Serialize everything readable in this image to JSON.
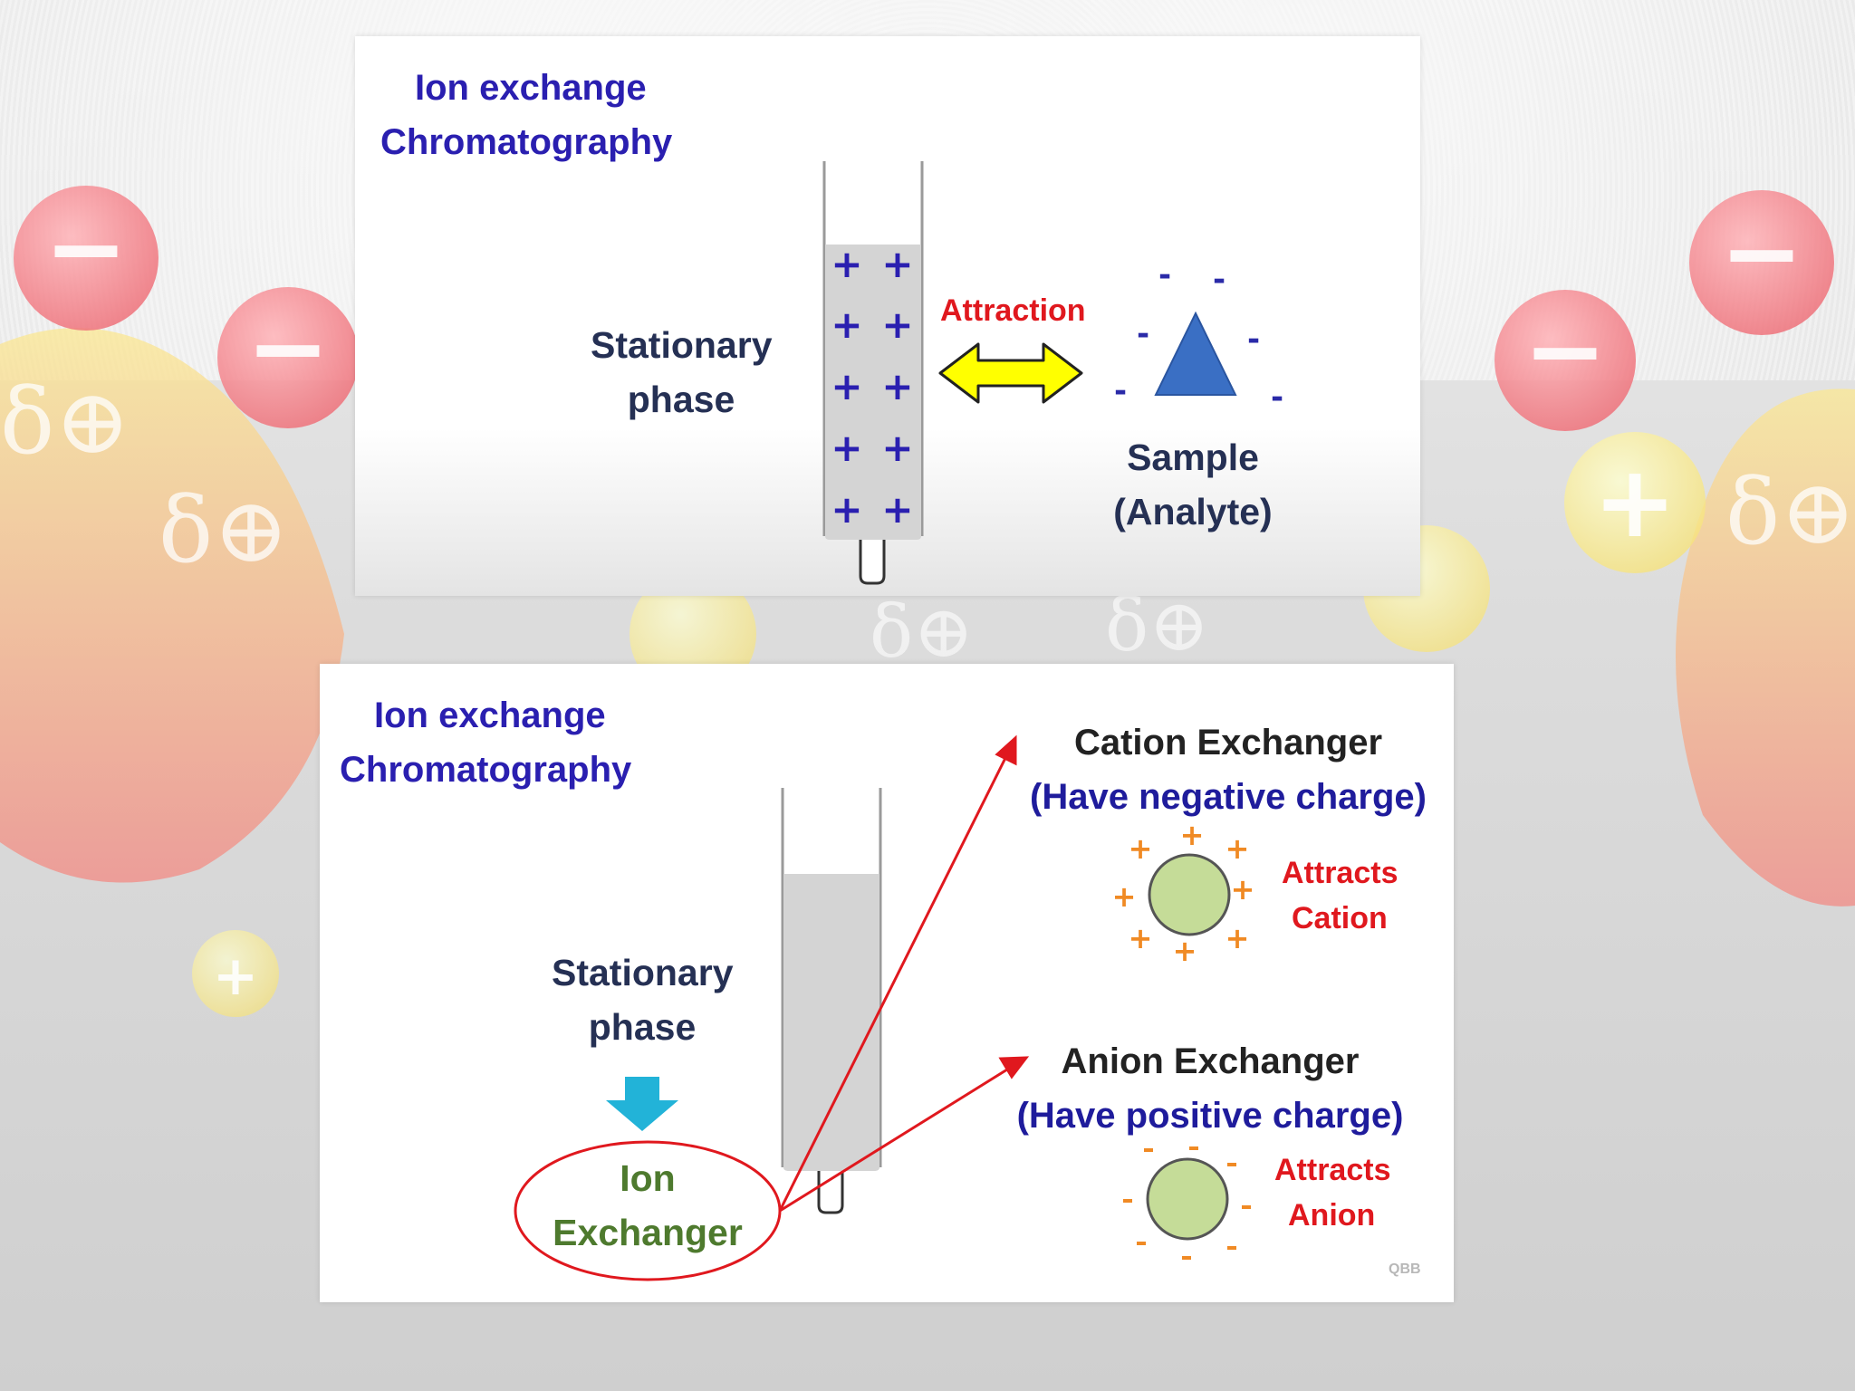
{
  "top_panel": {
    "title_line1": "Ion exchange",
    "title_line2": "Chromatography",
    "stationary_line1": "Stationary",
    "stationary_line2": "phase",
    "attraction_label": "Attraction",
    "sample_line1": "Sample",
    "sample_line2": "(Analyte)",
    "column_charge": "+",
    "analyte_charge": "-"
  },
  "bottom_panel": {
    "title_line1": "Ion exchange",
    "title_line2": "Chromatography",
    "stationary_line1": "Stationary",
    "stationary_line2": "phase",
    "ion_exchanger_line1": "Ion",
    "ion_exchanger_line2": "Exchanger",
    "cation_title": "Cation Exchanger",
    "cation_subtitle": "(Have negative charge)",
    "cation_attracts_line1": "Attracts",
    "cation_attracts_line2": "Cation",
    "anion_title": "Anion  Exchanger",
    "anion_subtitle": "(Have positive charge)",
    "anion_attracts_line1": "Attracts",
    "anion_attracts_line2": "Anion",
    "watermark": "QBB"
  },
  "background": {
    "minus_sign": "−",
    "plus_sign": "+",
    "delta_symbol": "δ⊕"
  },
  "colors": {
    "title_blue": "#2a1fb0",
    "plus_blue": "#2a1fb0",
    "attraction_red": "#e0181e",
    "arrow_yellow": "#ffff00",
    "triangle_blue": "#3a6fc4",
    "bead_green": "#c5dc98",
    "charge_orange": "#f08a24",
    "down_arrow_cyan": "#22b3d8",
    "column_fill": "#d4d4d4"
  }
}
